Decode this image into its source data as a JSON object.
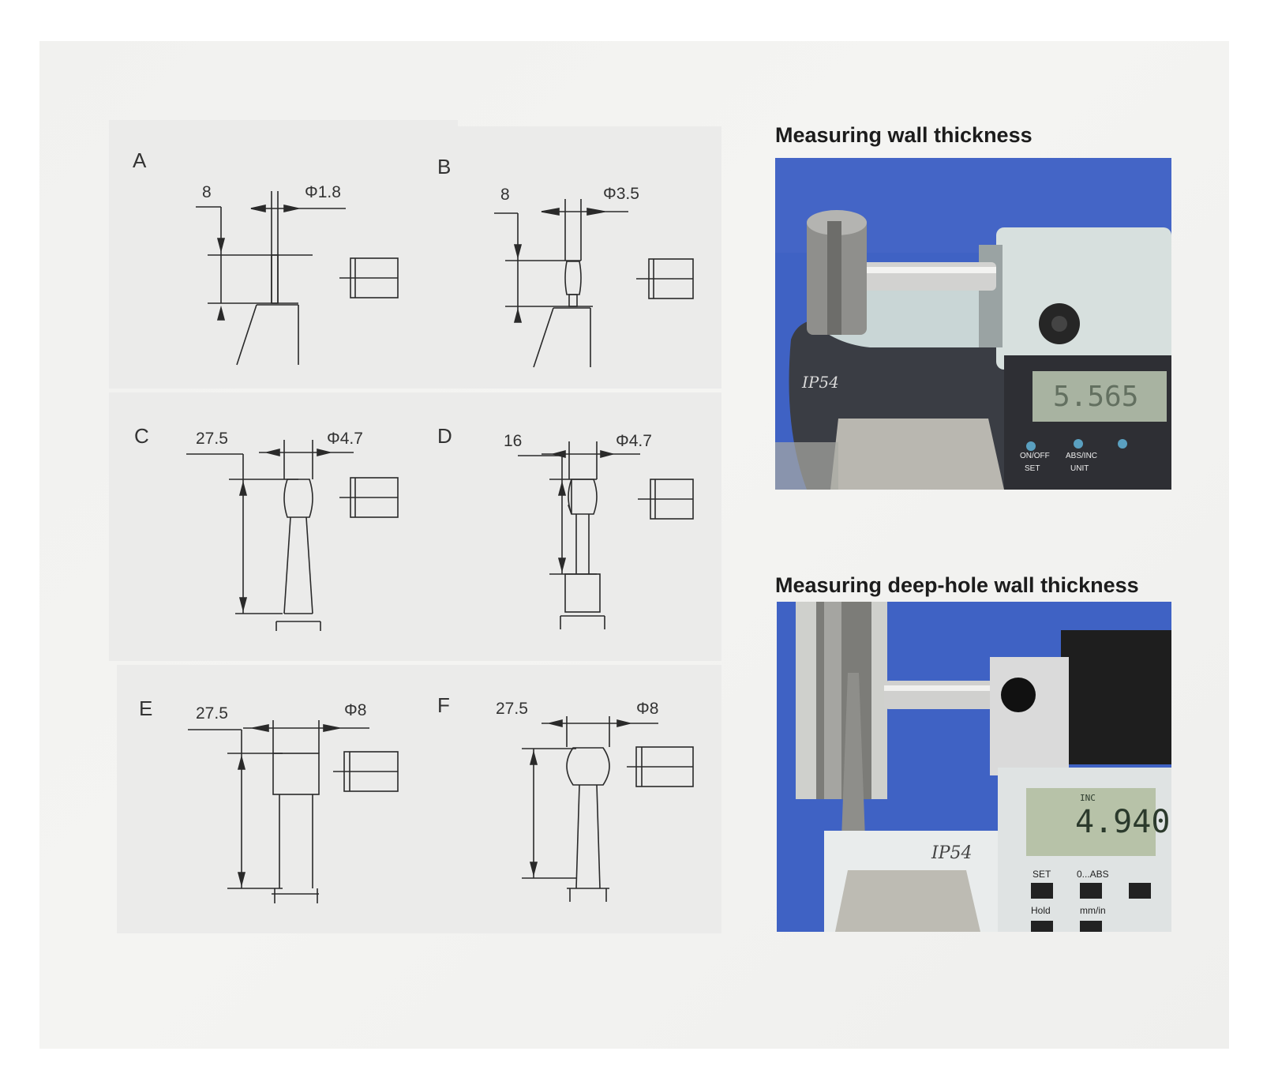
{
  "diagrams": [
    {
      "label": "A",
      "dim_height": "8",
      "dim_diameter": "Φ1.8"
    },
    {
      "label": "B",
      "dim_height": "8",
      "dim_diameter": "Φ3.5"
    },
    {
      "label": "C",
      "dim_height": "27.5",
      "dim_diameter": "Φ4.7"
    },
    {
      "label": "D",
      "dim_height": "16",
      "dim_diameter": "Φ4.7"
    },
    {
      "label": "E",
      "dim_height": "27.5",
      "dim_diameter": "Φ8"
    },
    {
      "label": "F",
      "dim_height": "27.5",
      "dim_diameter": "Φ8"
    }
  ],
  "photos": [
    {
      "heading": "Measuring wall thickness",
      "model_mark": "IP54",
      "display_reading": "5.565",
      "buttons": [
        "ON/OFF",
        "SET",
        "ABS/INC",
        "UNIT"
      ]
    },
    {
      "heading": "Measuring deep-hole wall thickness",
      "model_mark": "IP54",
      "display_mode": "INC",
      "display_reading": "4.940",
      "buttons": [
        "SET",
        "0...ABS",
        "Hold",
        "mm/in"
      ]
    }
  ],
  "colors": {
    "page_background": "#f2f2f0",
    "panel_background": "#ebebea",
    "line_color": "#2a2a2a",
    "photo_background_blue": "#3f62c4"
  }
}
